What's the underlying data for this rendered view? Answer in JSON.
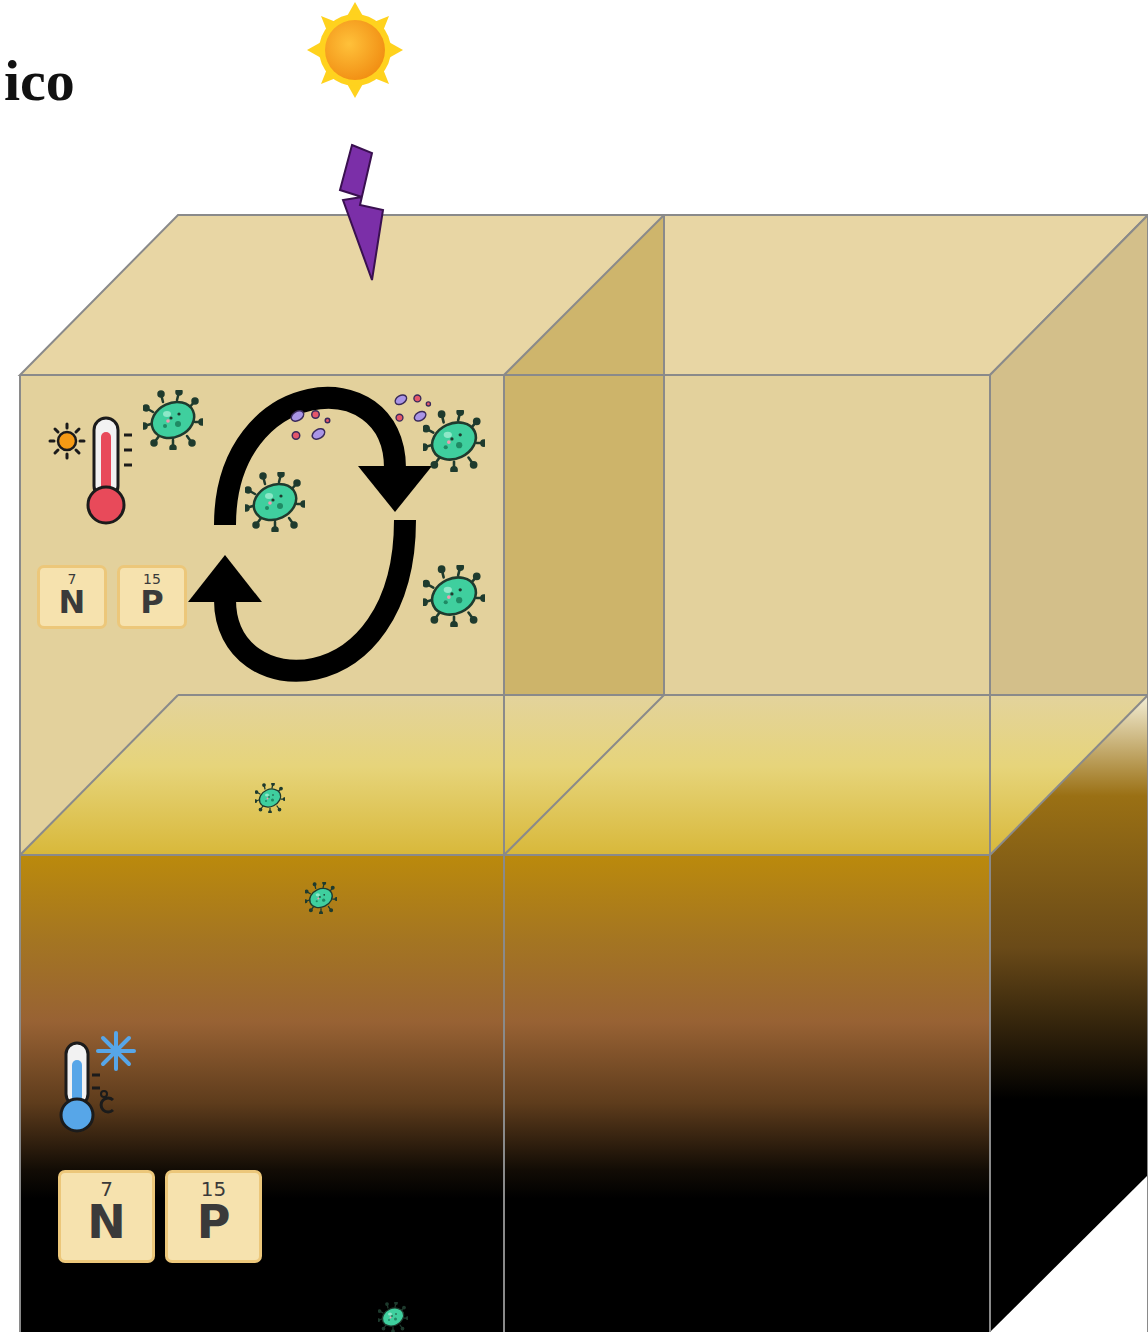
{
  "diagram": {
    "title": "ico",
    "nodes": [
      {
        "text": [
          "7",
          "N"
        ]
      },
      {
        "text": [
          "15",
          "P"
        ]
      },
      {
        "text": [
          "7",
          "N"
        ]
      },
      {
        "text": [
          "15",
          "P"
        ]
      }
    ]
  }
}
